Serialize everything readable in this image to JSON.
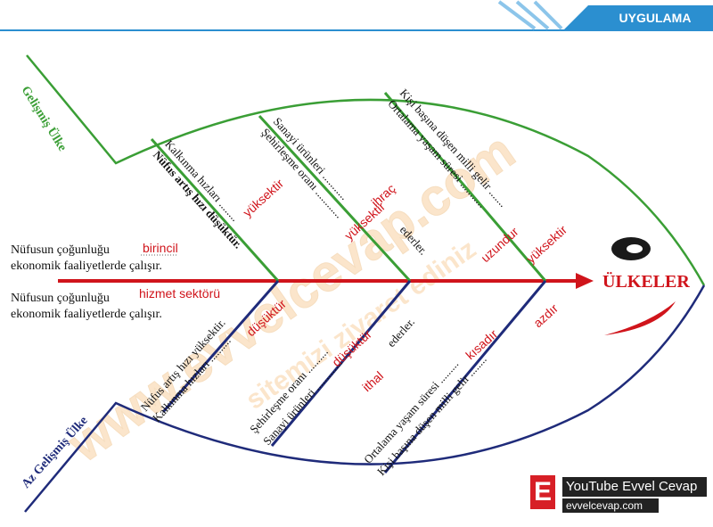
{
  "header": {
    "section": "UYGULAMA"
  },
  "colors": {
    "green": "#3a9e35",
    "navy": "#1f2b7a",
    "red": "#d0141b",
    "topbar": "#2b8fd0"
  },
  "fish": {
    "head_label": "ÜLKELER",
    "upper_label": "Gelişmiş Ülke",
    "lower_label": "Az Gelişmiş Ülke"
  },
  "left_notes": [
    {
      "text": "Nüfusun çoğunluğu",
      "answer": "birincil",
      "line2": "ekonomik faaliyetlerde çalışır."
    },
    {
      "text": "Nüfusun çoğunluğu",
      "answer": "hizmet sektörü",
      "line2": "ekonomik faaliyetlerde çalışır."
    }
  ],
  "upper_bones": [
    {
      "line1": "Kalkınma hızları ........",
      "answer1": "yüksektir",
      "line2": "Nüfus artış hızı düşüktür."
    },
    {
      "line1": "Sanayi ürünleri ...........",
      "answer1": "ihraç",
      "suffix1": "ederler.",
      "line2": "Şehirleşme oranı ............",
      "answer2": "yüksektir"
    },
    {
      "line1": "Kişi başına düşen milli gelir .......",
      "answer1": "yüksektir",
      "line2": "Ortalama yaşam süresi ...........",
      "answer2": "uzundur"
    }
  ],
  "lower_bones": [
    {
      "line1": "Nüfus artış hızı yüksektir.",
      "line2": "Kalkınma hızları ..........",
      "answer2": "düşüktür"
    },
    {
      "line1": "Şehirleşme oranı ..........",
      "answer1": "düşüktür",
      "line2": "Sanayi ürünleri .............",
      "answer2": "ithal",
      "suffix2": "ederler."
    },
    {
      "line1": "Ortalama yaşam süresi .........",
      "answer1": "kısadır",
      "line2": "Kişi başına düşen milli gelir ........",
      "answer2": "azdır"
    }
  ],
  "watermark": {
    "line1": "www.evvelcevap.com",
    "line2": "sitemizi ziyaret ediniz"
  },
  "badge": {
    "letter": "E",
    "youtube": "YouTube Evvel Cevap",
    "site": "evvelcevap.com"
  }
}
